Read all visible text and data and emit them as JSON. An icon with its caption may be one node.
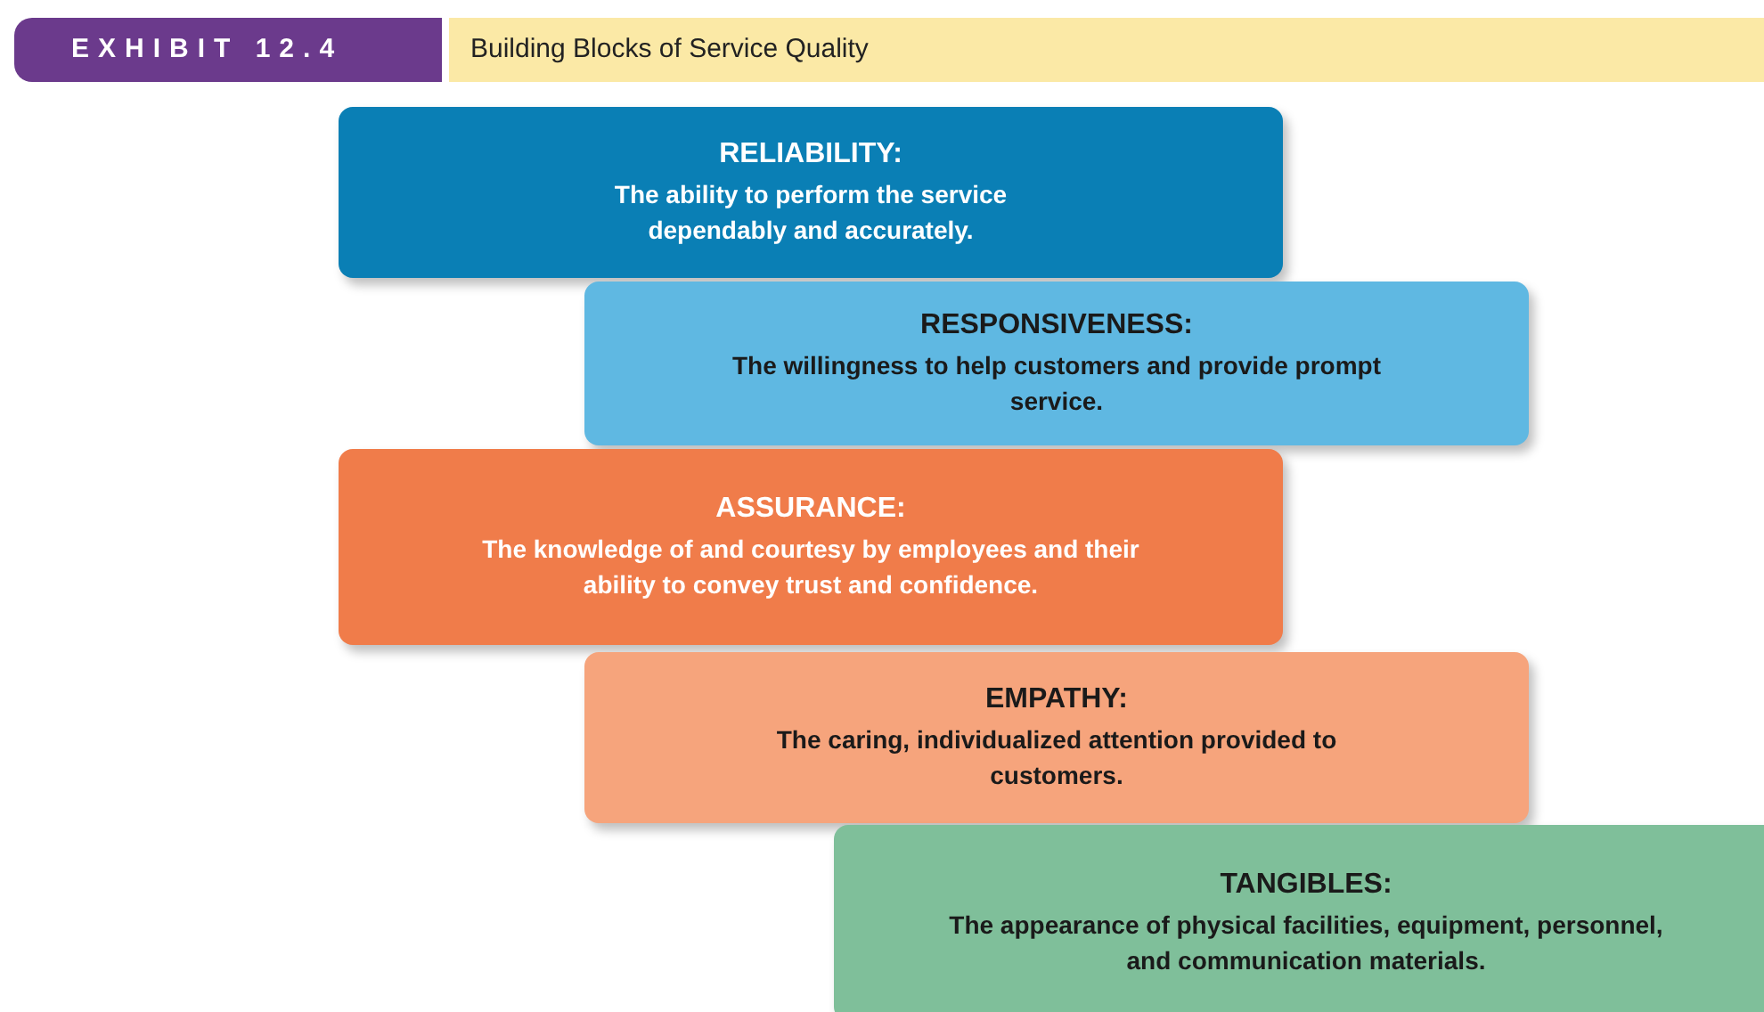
{
  "diagram": {
    "title": "Building Blocks of Service Quality",
    "labels": [
      "EXHIBIT 12.4"
    ],
    "nodes": [
      {
        "text": [
          "RELIABILITY:",
          "The ability to perform the service dependably and accurately."
        ]
      },
      {
        "text": [
          "RESPONSIVENESS:",
          "The willingness to help customers and provide prompt service."
        ]
      },
      {
        "text": [
          "ASSURANCE:",
          "The knowledge of and courtesy by employees and their ability to convey trust and confidence."
        ]
      },
      {
        "text": [
          "EMPATHY:",
          "The caring, individualized attention provided to customers."
        ]
      },
      {
        "text": [
          "TANGIBLES:",
          "The appearance of physical facilities, equipment, personnel, and communication materials."
        ]
      }
    ]
  }
}
